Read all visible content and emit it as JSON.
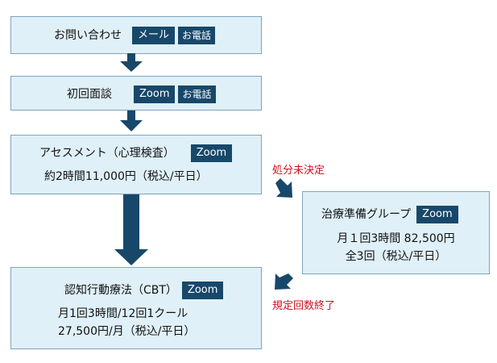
{
  "colors": {
    "box_fill": "#dff0f8",
    "box_border": "#7ea4c0",
    "badge": "#17486a",
    "arrow": "#17486a",
    "note": "#d0101f"
  },
  "steps": {
    "inquiry": {
      "title": "お問い合わせ",
      "badges": [
        "メール",
        "お電話"
      ]
    },
    "initial_interview": {
      "title": "初回面談",
      "badges": [
        "Zoom",
        "お電話"
      ]
    },
    "assessment": {
      "title": "アセスメント（心理検査）",
      "badge": "Zoom",
      "detail": "約2時間11,000円（税込/平日）"
    },
    "group": {
      "title": "治療準備グループ",
      "badge": "Zoom",
      "line1": "月１回3時間 82,500円",
      "line2": "全3回（税込/平日）"
    },
    "cbt": {
      "title": "認知行動療法（CBT）",
      "badge": "Zoom",
      "line1": "月1回3時間/12回1クール",
      "line2": "27,500円/月（税込/平日）"
    }
  },
  "notes": {
    "undecided": "処分未決定",
    "completed": "規定回数終了"
  },
  "icons": {
    "arrow": "down-arrow-icon",
    "diagonal_arrow": "diagonal-arrow-icon"
  }
}
